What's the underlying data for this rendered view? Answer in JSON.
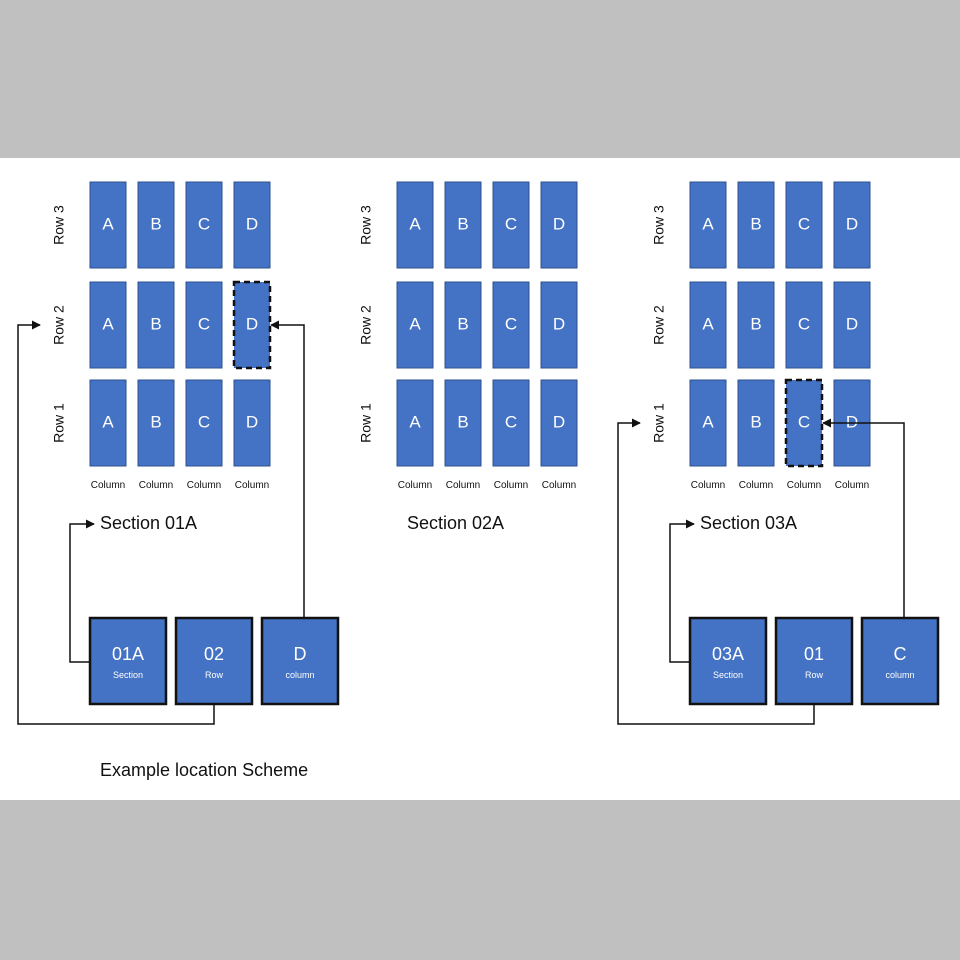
{
  "colors": {
    "cell": "#4472c4",
    "cell_border": "#2f528f",
    "outline": "#111111",
    "background_band": "#c0c0c0"
  },
  "sections": [
    {
      "title": "Section 01A",
      "rows": [
        {
          "label": "Row 3",
          "cells": [
            "A",
            "B",
            "C",
            "D"
          ]
        },
        {
          "label": "Row 2",
          "cells": [
            "A",
            "B",
            "C",
            "D"
          ]
        },
        {
          "label": "Row 1",
          "cells": [
            "A",
            "B",
            "C",
            "D"
          ]
        }
      ],
      "column_labels": [
        "Column",
        "Column",
        "Column",
        "Column"
      ],
      "highlight": {
        "row": "Row 2",
        "column": "D"
      },
      "code": [
        {
          "value": "01A",
          "label": "Section"
        },
        {
          "value": "02",
          "label": "Row"
        },
        {
          "value": "D",
          "label": "column"
        }
      ]
    },
    {
      "title": "Section 02A",
      "rows": [
        {
          "label": "Row 3",
          "cells": [
            "A",
            "B",
            "C",
            "D"
          ]
        },
        {
          "label": "Row 2",
          "cells": [
            "A",
            "B",
            "C",
            "D"
          ]
        },
        {
          "label": "Row 1",
          "cells": [
            "A",
            "B",
            "C",
            "D"
          ]
        }
      ],
      "column_labels": [
        "Column",
        "Column",
        "Column",
        "Column"
      ]
    },
    {
      "title": "Section 03A",
      "rows": [
        {
          "label": "Row 3",
          "cells": [
            "A",
            "B",
            "C",
            "D"
          ]
        },
        {
          "label": "Row 2",
          "cells": [
            "A",
            "B",
            "C",
            "D"
          ]
        },
        {
          "label": "Row 1",
          "cells": [
            "A",
            "B",
            "C",
            "D"
          ]
        }
      ],
      "column_labels": [
        "Column",
        "Column",
        "Column",
        "Column"
      ],
      "highlight": {
        "row": "Row 1",
        "column": "C"
      },
      "code": [
        {
          "value": "03A",
          "label": "Section"
        },
        {
          "value": "01",
          "label": "Row"
        },
        {
          "value": "C",
          "label": "column"
        }
      ]
    }
  ],
  "caption": "Example location Scheme"
}
